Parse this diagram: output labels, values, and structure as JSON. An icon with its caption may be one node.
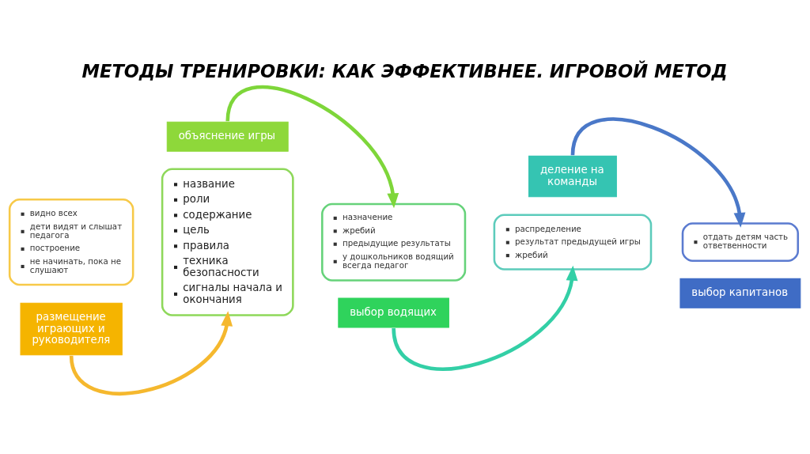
{
  "diagram": {
    "title": "МЕТОДЫ ТРЕНИРОВКИ: КАК ЭФФЕКТИВНЕЕ. ИГРОВОЙ МЕТОД",
    "nodes": [
      {
        "text": [
          "видно всех",
          "дети видят и слышат педагога",
          "построение",
          "не начинать, пока не слушают"
        ]
      },
      {
        "text": [
          "размещение играющих и руководителя"
        ]
      },
      {
        "text": [
          "объяснение игры"
        ]
      },
      {
        "text": [
          "название",
          "роли",
          "содержание",
          "цель",
          "правила",
          "техника безопасности",
          "сигналы начала и окончания"
        ]
      },
      {
        "text": [
          "назначение",
          "жребий",
          "предыдущие результаты",
          "у дошкольников водящий всегда педагог"
        ]
      },
      {
        "text": [
          "выбор водящих"
        ]
      },
      {
        "text": [
          "деление на команды"
        ]
      },
      {
        "text": [
          "распределение",
          "результат предыдущей игры",
          "жребий"
        ]
      },
      {
        "text": [
          "отдать детям часть ответвенности"
        ]
      },
      {
        "text": [
          "выбор капитанов"
        ]
      }
    ],
    "edges": [
      {
        "from": 1,
        "to": 3,
        "arrow": "to",
        "color": "#f5b82e"
      },
      {
        "from": 2,
        "to": 4,
        "arrow": "to",
        "color": "#7ed63a"
      },
      {
        "from": 5,
        "to": 7,
        "arrow": "to",
        "color": "#33cfa6"
      },
      {
        "from": 6,
        "to": 8,
        "arrow": "to",
        "color": "#4a78c8"
      }
    ]
  }
}
